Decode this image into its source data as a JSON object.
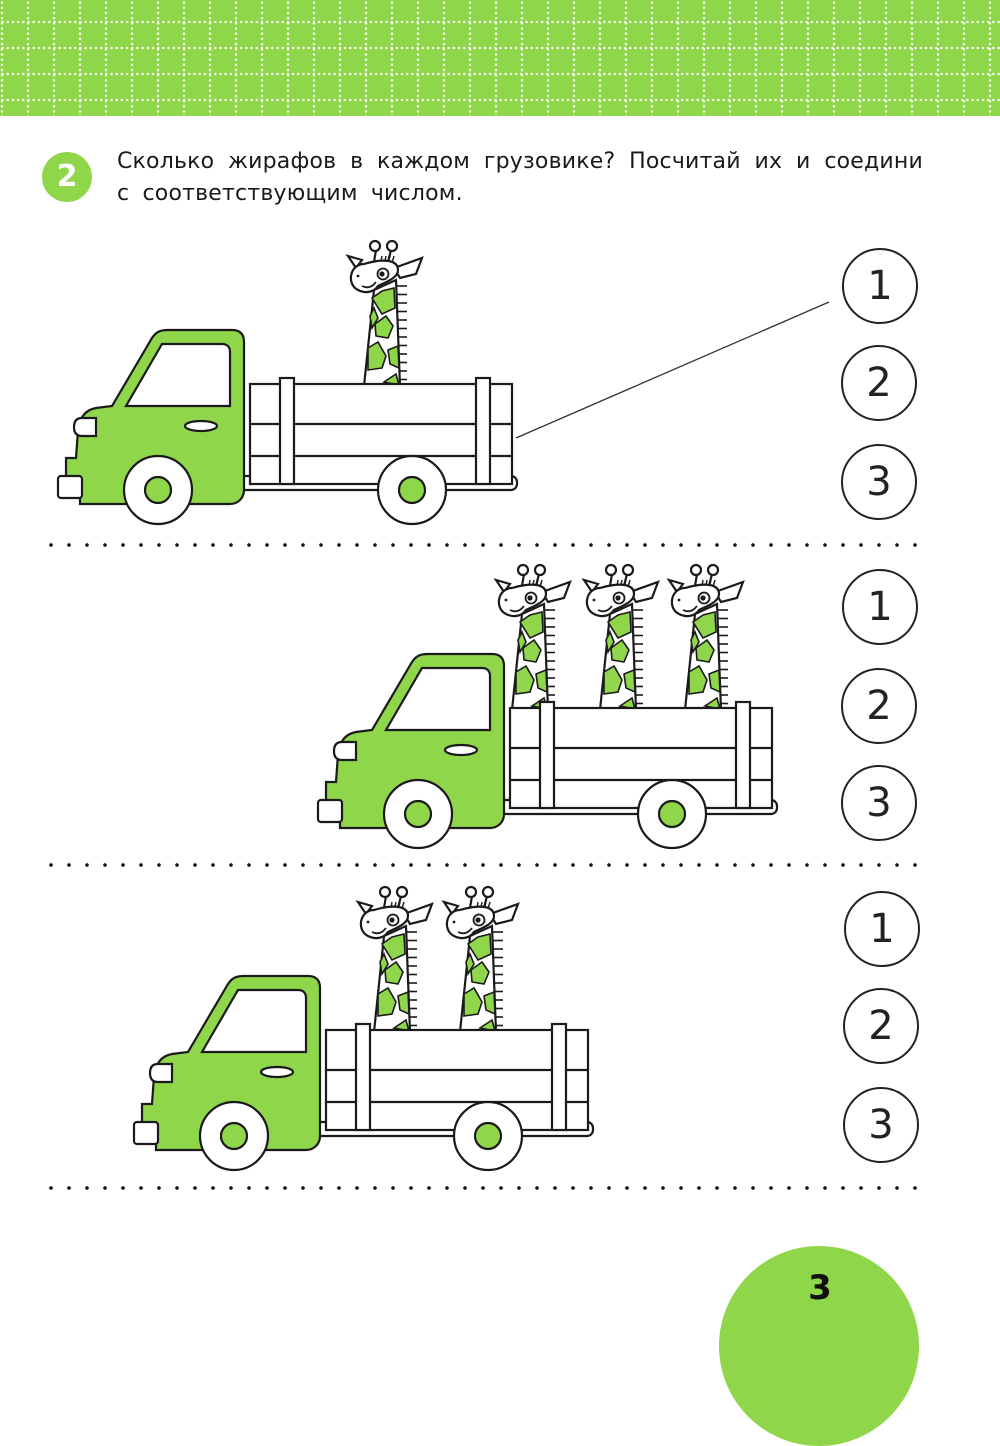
{
  "header": {
    "pattern": "dotted-grid",
    "color": "#8fd64b"
  },
  "task": {
    "number": "2",
    "instruction": "Сколько жирафов в каждом грузовике? Посчитай их и соедини с соответствующим числом."
  },
  "colors": {
    "accent": "#8fd64b",
    "outline": "#1a1a1a"
  },
  "rows": [
    {
      "truck": "truck-1",
      "giraffe_count": 1,
      "options": [
        "1",
        "2",
        "3"
      ],
      "connected_to": "1"
    },
    {
      "truck": "truck-2",
      "giraffe_count": 3,
      "options": [
        "1",
        "2",
        "3"
      ],
      "connected_to": null
    },
    {
      "truck": "truck-3",
      "giraffe_count": 2,
      "options": [
        "1",
        "2",
        "3"
      ],
      "connected_to": null
    }
  ],
  "page": {
    "number": "3"
  }
}
